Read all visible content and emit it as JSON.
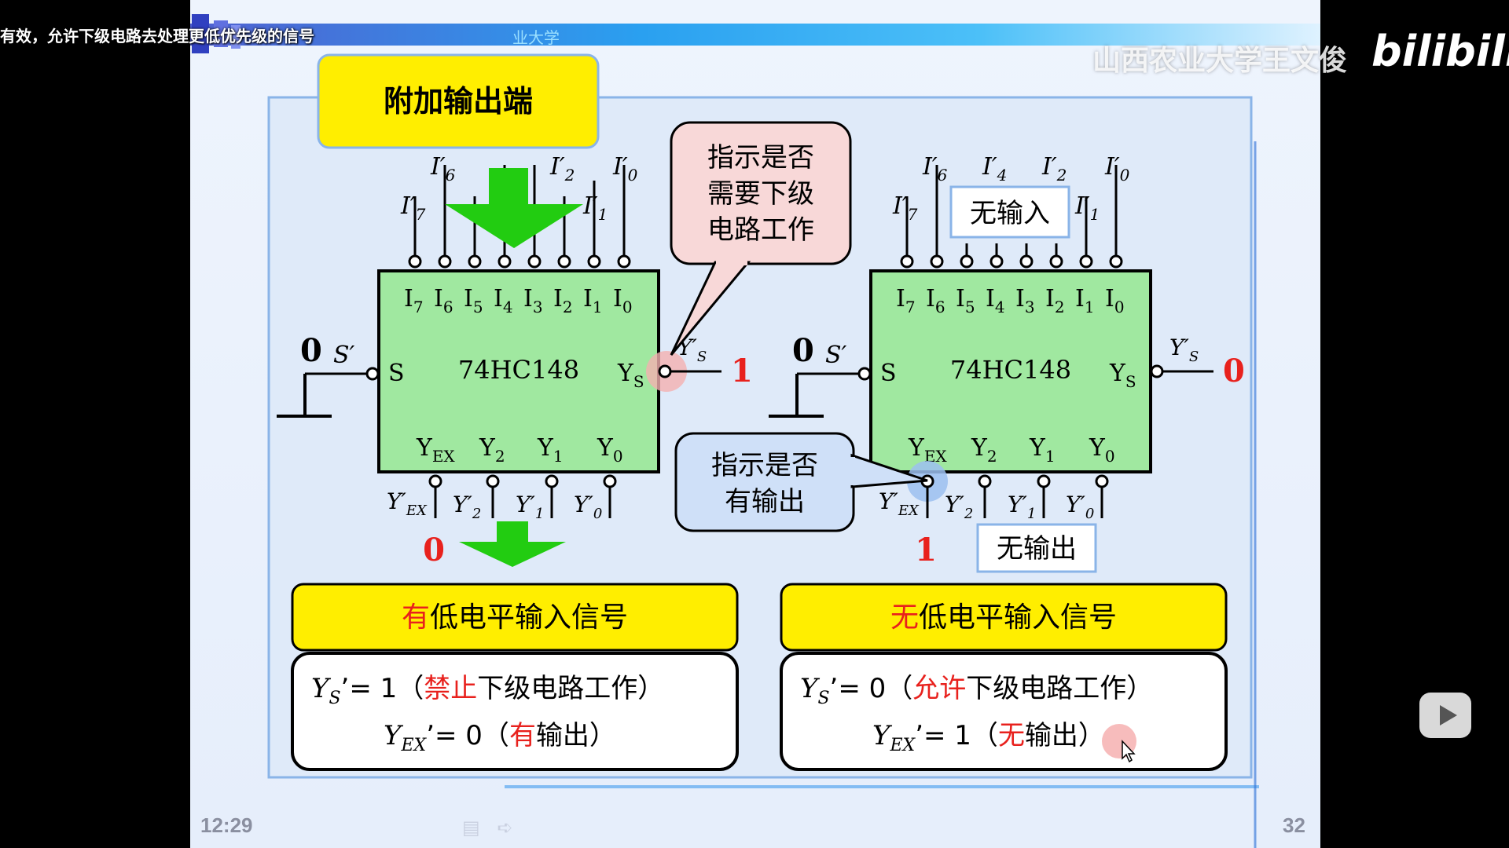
{
  "header": {
    "subtitle": "有效，允许下级电路去处理更低优先级的信号",
    "school_fragment": "业大学",
    "watermark": "山西农业大学王文俊",
    "platform_logo": "bilibili"
  },
  "slide": {
    "title": "附加输出端",
    "chip_name": "74HC148",
    "callout_ys": [
      "指示是否",
      "需要下级",
      "电路工作"
    ],
    "callout_yex": [
      "指示是否",
      "有输出"
    ],
    "no_input_label": "无输入",
    "no_output_label": "无输出",
    "left": {
      "s_value": "0",
      "ys_value": "1",
      "yex_value": "0",
      "panel_prefix": "有",
      "panel_title": "低电平输入信号",
      "line1_eq": "Y",
      "line1_sub": "S",
      "line1_val": "’= 1（",
      "line1_red": "禁止",
      "line1_rest": "下级电路工作）",
      "line2_sub": "EX",
      "line2_val": "’= 0（",
      "line2_red": "有",
      "line2_rest": "输出）"
    },
    "right": {
      "s_value": "0",
      "ys_value": "0",
      "yex_value": "1",
      "panel_prefix": "无",
      "panel_title": "低电平输入信号",
      "line1_val": "’= 0（",
      "line1_red": "允许",
      "line1_rest": "下级电路工作）",
      "line2_val": "’= 1（",
      "line2_red": "无",
      "line2_rest": "输出）"
    },
    "pins_top": [
      "7",
      "6",
      "5",
      "4",
      "3",
      "2",
      "1",
      "0"
    ],
    "pins_out": [
      "EX",
      "2",
      "1",
      "0"
    ],
    "label_s": "S",
    "label_y": "Y",
    "label_i": "I",
    "page_number": "32"
  },
  "player": {
    "timestamp": "12:29"
  },
  "colors": {
    "chip_fill": "#a0e8a0",
    "yellow_box": "#ffee00",
    "red_value": "#e8211d",
    "green_arrow": "#22cc11",
    "frame_blue": "#8ab4e8"
  }
}
